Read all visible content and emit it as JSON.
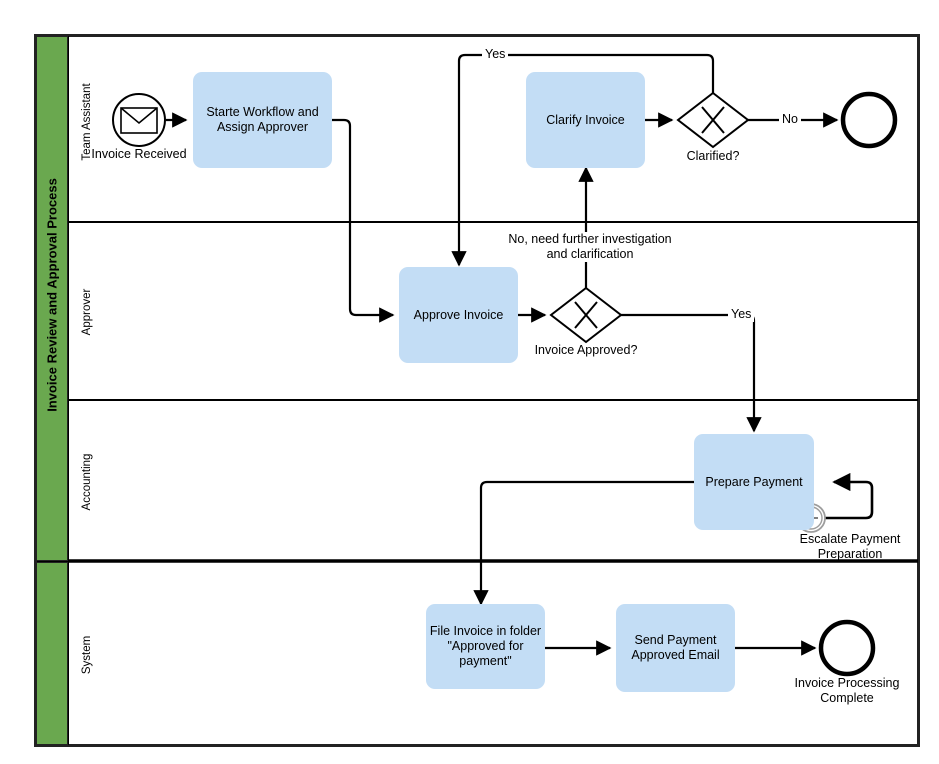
{
  "diagram": {
    "type": "bpmn-process",
    "pool": {
      "name": "Invoice Review and Approval Process",
      "header_color": "#6aa84f"
    },
    "lanes": [
      {
        "id": "team-assistant",
        "label": "Team Assistant"
      },
      {
        "id": "approver",
        "label": "Approver"
      },
      {
        "id": "accounting",
        "label": "Accounting"
      },
      {
        "id": "system",
        "label": "System"
      }
    ],
    "colors": {
      "task_fill": "#c3ddf5",
      "pool_green": "#6aa84f",
      "stroke": "#000000",
      "timer_stroke": "#808080"
    },
    "events": [
      {
        "id": "invoice-received",
        "kind": "start-message-event",
        "label": "Invoice Received"
      },
      {
        "id": "clarified-no-end",
        "kind": "end-event",
        "label": ""
      },
      {
        "id": "escalate-payment",
        "kind": "boundary-timer-event",
        "label": "Escalate Payment\nPreparation"
      },
      {
        "id": "invoice-processing-complete",
        "kind": "end-event",
        "label": "Invoice Processing\nComplete"
      }
    ],
    "tasks": [
      {
        "id": "start-workflow",
        "label": "Starte Workflow and\nAssign Approver",
        "lane": "team-assistant"
      },
      {
        "id": "clarify-invoice",
        "label": "Clarify Invoice",
        "lane": "team-assistant"
      },
      {
        "id": "approve-invoice",
        "label": "Approve Invoice",
        "lane": "approver"
      },
      {
        "id": "prepare-payment",
        "label": "Prepare Payment",
        "lane": "accounting"
      },
      {
        "id": "file-invoice",
        "label": "File Invoice in folder\n\"Approved for\npayment\"",
        "lane": "system"
      },
      {
        "id": "send-email",
        "label": "Send Payment\nApproved Email",
        "lane": "system"
      }
    ],
    "gateways": [
      {
        "id": "clarified",
        "kind": "exclusive-gateway",
        "label": "Clarified?"
      },
      {
        "id": "invoice-approved",
        "kind": "exclusive-gateway",
        "label": "Invoice Approved?"
      }
    ],
    "flow_labels": [
      {
        "id": "clarified-yes",
        "text": "Yes"
      },
      {
        "id": "clarified-no",
        "text": "No"
      },
      {
        "id": "approved-no",
        "text": "No, need further investigation\nand clarification"
      },
      {
        "id": "approved-yes",
        "text": "Yes"
      }
    ]
  }
}
